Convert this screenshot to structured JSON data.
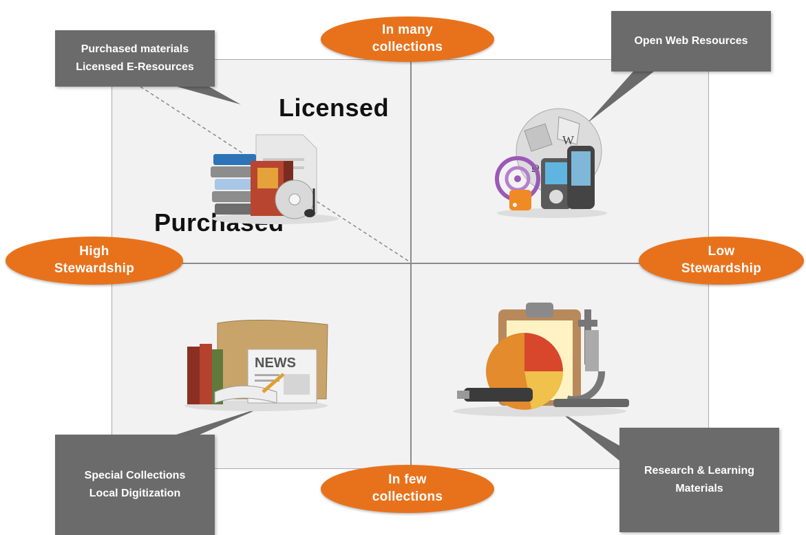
{
  "axes": {
    "top": "In many\ncollections",
    "bottom": "In few\ncollections",
    "left": "High\nStewardship",
    "right": "Low\nStewardship"
  },
  "quadrants": {
    "top_left": {
      "callout": "Purchased materials\nLicensed E-Resources",
      "label_upper": "Licensed",
      "label_lower": "Purchased"
    },
    "top_right": {
      "callout": "Open Web Resources"
    },
    "bottom_left": {
      "callout": "Special Collections\nLocal Digitization"
    },
    "bottom_right": {
      "callout": "Research & Learning\nMaterials"
    }
  },
  "icons": {
    "top_left": "books-cd-document-icon",
    "top_right": "wikipedia-globe-media-icon",
    "bottom_left": "newspaper-books-icon",
    "bottom_right": "clipboard-chart-microscope-icon"
  },
  "colors": {
    "oval": "#e8721c",
    "callout": "#6b6b6b",
    "grid_background": "#f2f2f2"
  }
}
